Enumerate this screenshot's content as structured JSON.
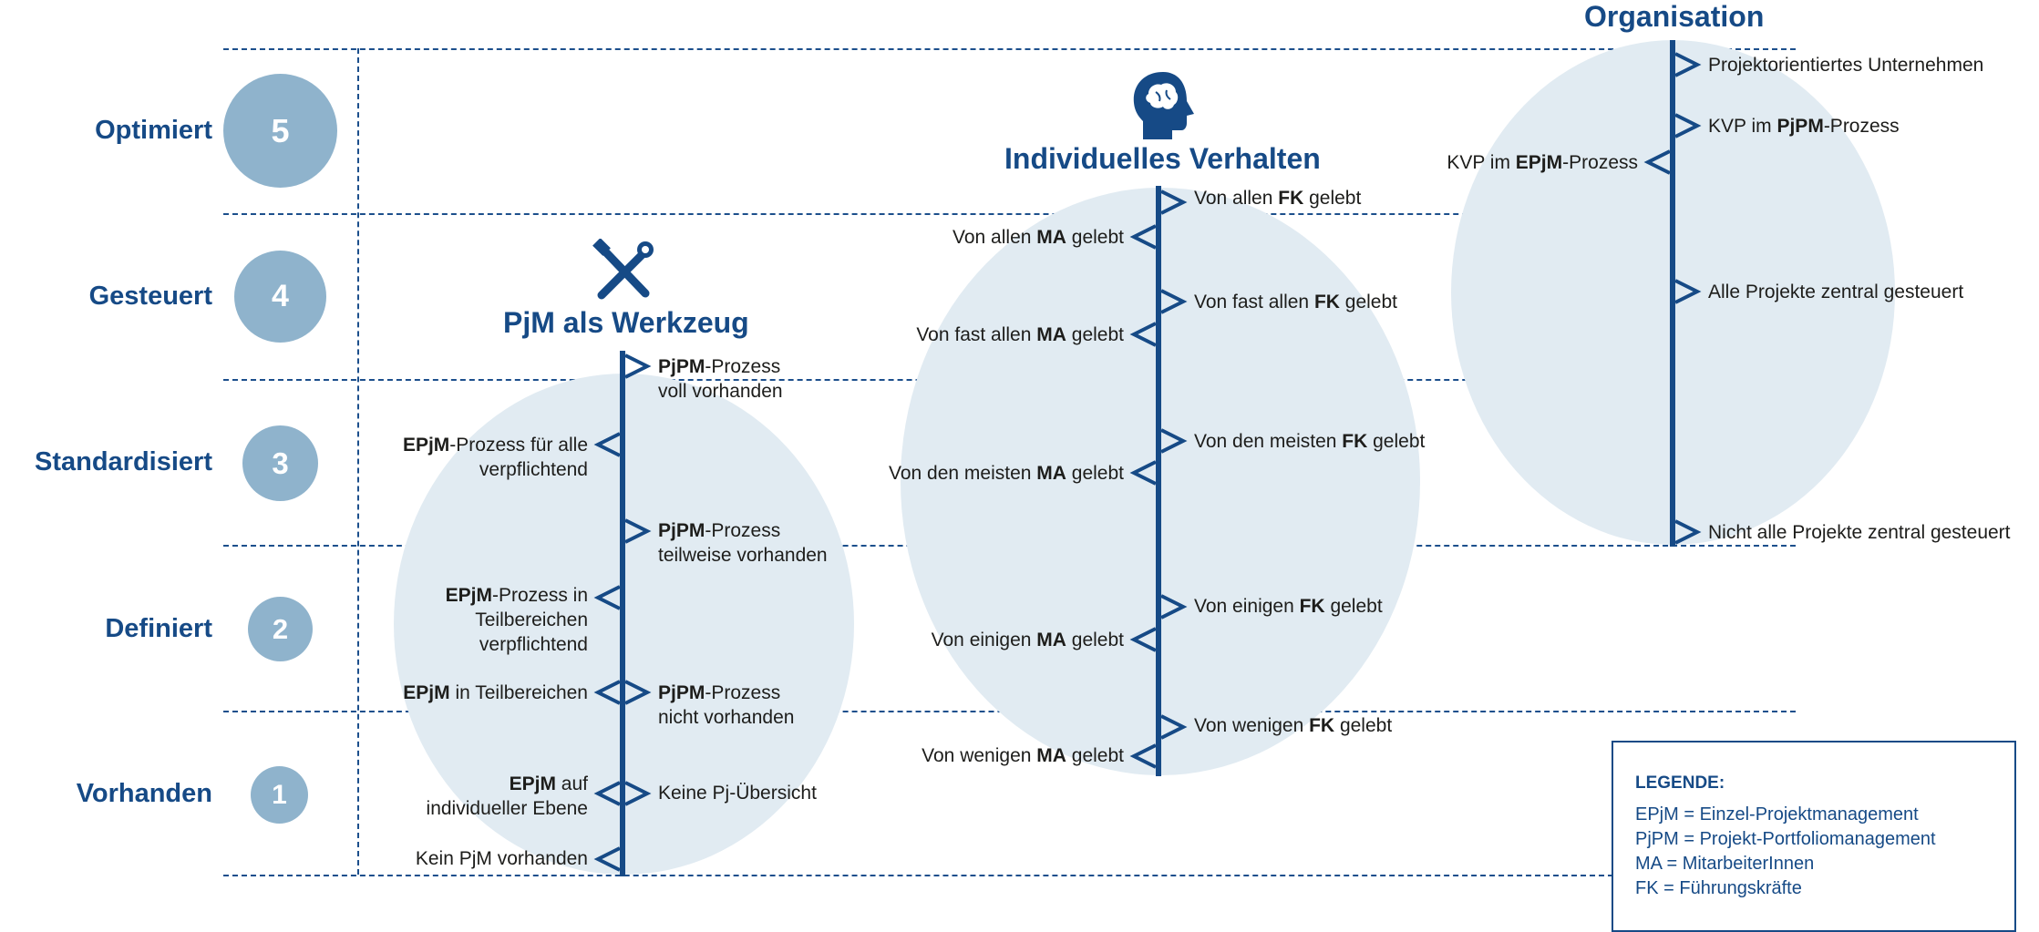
{
  "levels": [
    {
      "name": "Optimiert",
      "number": "5"
    },
    {
      "name": "Gesteuert",
      "number": "4"
    },
    {
      "name": "Standardisiert",
      "number": "3"
    },
    {
      "name": "Definiert",
      "number": "2"
    },
    {
      "name": "Vorhanden",
      "number": "1"
    }
  ],
  "columns": {
    "werkzeug": {
      "title": "PjM als Werkzeug",
      "icon": "tools-icon",
      "right": [
        {
          "bold": "PjPM",
          "text": "-Prozess",
          "line2": "voll vorhanden"
        },
        {
          "bold": "PjPM",
          "text": "-Prozess",
          "line2": "teilweise vorhanden"
        },
        {
          "bold": "PjPM",
          "text": "-Prozess",
          "line2": "nicht vorhanden"
        },
        {
          "bold": "",
          "text": "Keine Pj-Übersicht",
          "line2": ""
        }
      ],
      "left": [
        {
          "bold": "EPjM",
          "text": "-Prozess für alle",
          "line2": "verpflichtend",
          "line3": ""
        },
        {
          "bold": "EPjM",
          "text": "-Prozess in",
          "line2": "Teilbereichen",
          "line3": "verpflichtend"
        },
        {
          "bold": "EPjM",
          "text": " in Teilbereichen",
          "line2": "",
          "line3": ""
        },
        {
          "bold": "EPjM",
          "text": " auf",
          "line2": "individueller Ebene",
          "line3": ""
        },
        {
          "bold": "",
          "text": "Kein PjM vorhanden",
          "line2": "",
          "line3": ""
        }
      ]
    },
    "verhalten": {
      "title": "Individuelles Verhalten",
      "icon": "head-brain-icon",
      "right": [
        {
          "pre": "Von allen ",
          "bold": "FK",
          "post": " gelebt"
        },
        {
          "pre": "Von fast allen ",
          "bold": "FK",
          "post": " gelebt"
        },
        {
          "pre": "Von den meisten ",
          "bold": "FK",
          "post": " gelebt"
        },
        {
          "pre": "Von einigen ",
          "bold": "FK",
          "post": " gelebt"
        },
        {
          "pre": "Von wenigen ",
          "bold": "FK",
          "post": " gelebt"
        }
      ],
      "left": [
        {
          "pre": "Von allen ",
          "bold": "MA",
          "post": " gelebt"
        },
        {
          "pre": "Von fast allen ",
          "bold": "MA",
          "post": " gelebt"
        },
        {
          "pre": "Von den meisten ",
          "bold": "MA",
          "post": " gelebt"
        },
        {
          "pre": "Von einigen ",
          "bold": "MA",
          "post": " gelebt"
        },
        {
          "pre": "Von wenigen ",
          "bold": "MA",
          "post": " gelebt"
        }
      ]
    },
    "organisation": {
      "title": "Organisation",
      "right": [
        {
          "pre": "Projektorientiertes Unternehmen",
          "bold": "",
          "post": ""
        },
        {
          "pre": "KVP im ",
          "bold": "PjPM",
          "post": "-Prozess"
        },
        {
          "pre": "Alle Projekte zentral gesteuert",
          "bold": "",
          "post": ""
        },
        {
          "pre": "Nicht alle Projekte zentral gesteuert",
          "bold": "",
          "post": ""
        }
      ],
      "left": [
        {
          "pre": "KVP im ",
          "bold": "EPjM",
          "post": "-Prozess"
        }
      ]
    }
  },
  "legend": {
    "title": "LEGENDE:",
    "items": [
      "EPjM = Einzel-Projektmanagement",
      "PjPM = Projekt-Portfoliomanagement",
      "MA = MitarbeiterInnen",
      "FK = Führungskräfte"
    ]
  },
  "colors": {
    "primary": "#164a86",
    "circle": "#8fb3cc",
    "blob": "#e1ebf2"
  }
}
